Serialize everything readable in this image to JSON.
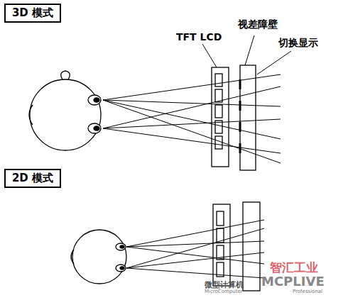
{
  "diagram": {
    "nodes": [
      {
        "text": [
          "3D 模式"
        ]
      },
      {
        "text": [
          "2D 模式"
        ]
      }
    ],
    "labels": [
      "TFT LCD",
      "视差障壁",
      "切换显示",
      "智汇工业",
      "微型计算机",
      "MicroComputer",
      "MCPLIVE",
      "Professional"
    ]
  }
}
